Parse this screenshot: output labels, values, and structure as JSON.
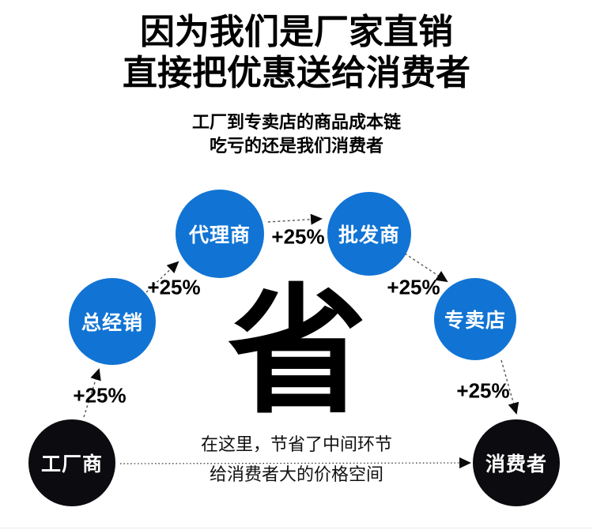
{
  "header": {
    "title_line1": "因为我们是厂家直销",
    "title_line2": "直接把优惠送给消费者",
    "subtitle_line1": "工厂到专卖店的商品成本链",
    "subtitle_line2": "吃亏的还是我们消费者"
  },
  "diagram": {
    "center_character": "省",
    "nodes": [
      {
        "id": "factory",
        "label": "工厂商",
        "type": "black"
      },
      {
        "id": "general-distributor",
        "label": "总经销",
        "type": "blue"
      },
      {
        "id": "agent",
        "label": "代理商",
        "type": "blue"
      },
      {
        "id": "wholesaler",
        "label": "批发商",
        "type": "blue"
      },
      {
        "id": "specialty-store",
        "label": "专卖店",
        "type": "blue"
      },
      {
        "id": "consumer",
        "label": "消费者",
        "type": "black"
      }
    ],
    "edges": [
      {
        "from": "工厂商",
        "to": "总经销",
        "label": "+25%"
      },
      {
        "from": "总经销",
        "to": "代理商",
        "label": "+25%"
      },
      {
        "from": "代理商",
        "to": "批发商",
        "label": "+25%"
      },
      {
        "from": "批发商",
        "to": "专卖店",
        "label": "+25%"
      },
      {
        "from": "专卖店",
        "to": "消费者",
        "label": "+25%"
      },
      {
        "from": "工厂商",
        "to": "消费者",
        "label": ""
      }
    ],
    "footer_line1": "在这里，节省了中间环节",
    "footer_line2": "给消费者大的价格空间"
  },
  "colors": {
    "node_blue": "#1174d4",
    "node_black": "#0c0c10",
    "text": "#000000"
  }
}
